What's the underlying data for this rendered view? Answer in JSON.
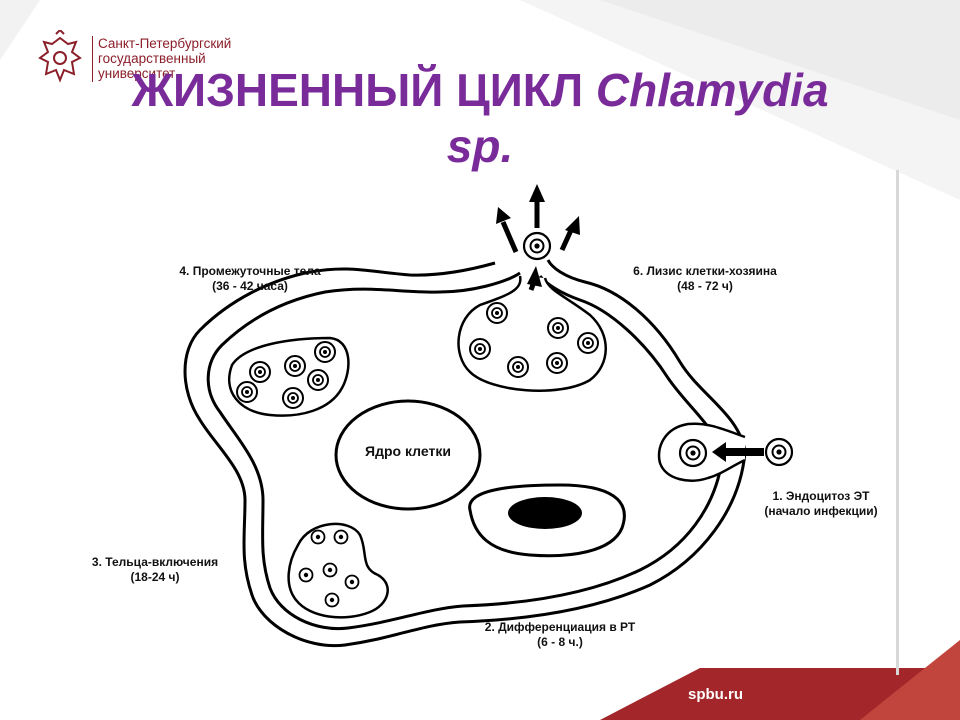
{
  "header": {
    "university_lines": [
      "Санкт-Петербургский",
      "государственный",
      "университет"
    ],
    "title_main": "ЖИЗНЕННЫЙ ЦИКЛ",
    "title_latin": "Chlamydia",
    "title_line2": "sp."
  },
  "diagram": {
    "nucleus_label": "Ядро клетки",
    "stage1": {
      "line1": "1. Эндоцитоз ЭТ",
      "line2": "(начало инфекции)"
    },
    "stage2": {
      "line1": "2. Дифференциация в РТ",
      "line2": "(6 - 8 ч.)"
    },
    "stage3": {
      "line1": "3. Тельца-включения",
      "line2": "(18-24 ч)"
    },
    "stage4": {
      "line1": "4. Промежуточные тела",
      "line2": "(36 - 42 часа)"
    },
    "stage6": {
      "line1": "6. Лизис клетки-хозяина",
      "line2": "(48 - 72 ч)"
    }
  },
  "footer": {
    "site": "spbu.ru"
  },
  "colors": {
    "title": "#7a2b9a",
    "brand": "#8b1f2a",
    "footer_band": "#a3262a"
  }
}
